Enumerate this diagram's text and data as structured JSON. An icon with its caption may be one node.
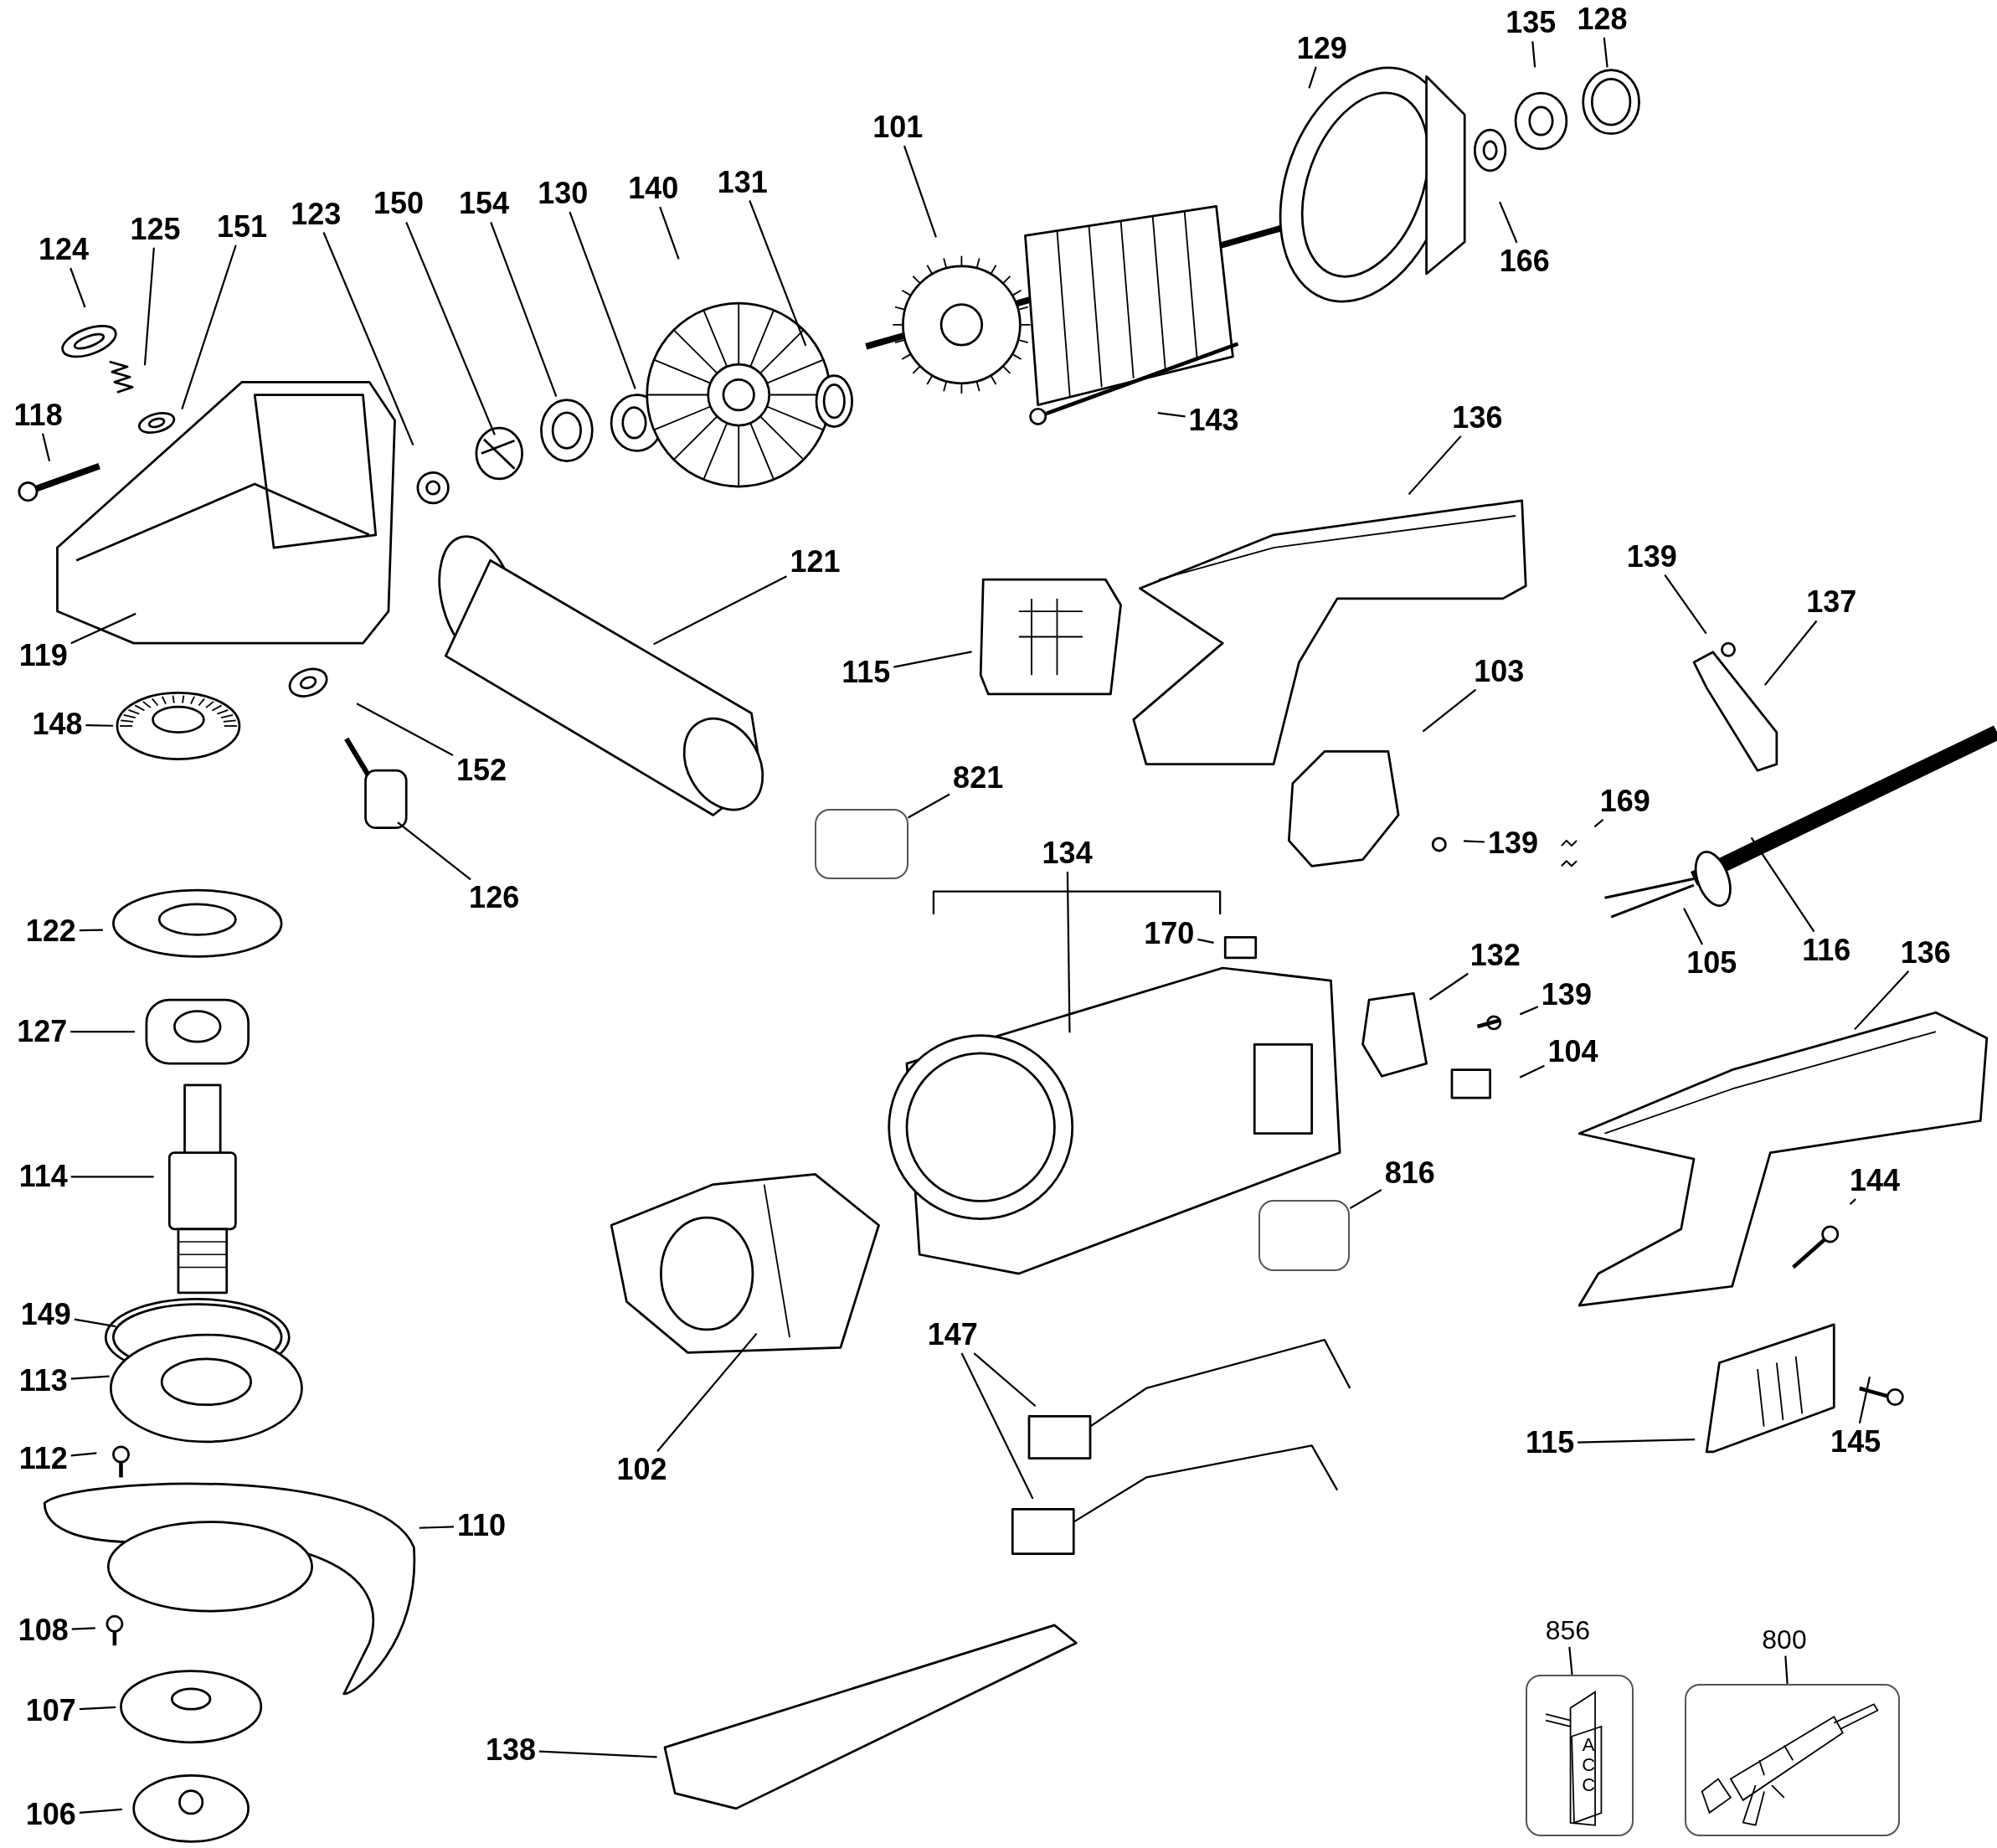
{
  "diagram": {
    "nodes": [
      {
        "text": [
          "128"
        ]
      },
      {
        "text": [
          "135"
        ]
      },
      {
        "text": [
          "129"
        ]
      },
      {
        "text": [
          "101"
        ]
      },
      {
        "text": [
          "131"
        ]
      },
      {
        "text": [
          "140"
        ]
      },
      {
        "text": [
          "130"
        ]
      },
      {
        "text": [
          "154"
        ]
      },
      {
        "text": [
          "150"
        ]
      },
      {
        "text": [
          "123"
        ]
      },
      {
        "text": [
          "151"
        ]
      },
      {
        "text": [
          "125"
        ]
      },
      {
        "text": [
          "124"
        ]
      },
      {
        "text": [
          "166"
        ]
      },
      {
        "text": [
          "118"
        ]
      },
      {
        "text": [
          "143"
        ]
      },
      {
        "text": [
          "136"
        ]
      },
      {
        "text": [
          "121"
        ]
      },
      {
        "text": [
          "139"
        ]
      },
      {
        "text": [
          "137"
        ]
      },
      {
        "text": [
          "119"
        ]
      },
      {
        "text": [
          "115"
        ]
      },
      {
        "text": [
          "103"
        ]
      },
      {
        "text": [
          "148"
        ]
      },
      {
        "text": [
          "152"
        ]
      },
      {
        "text": [
          "821"
        ]
      },
      {
        "text": [
          "169"
        ]
      },
      {
        "text": [
          "139"
        ]
      },
      {
        "text": [
          "134"
        ]
      },
      {
        "text": [
          "126"
        ]
      },
      {
        "text": [
          "170"
        ]
      },
      {
        "text": [
          "122"
        ]
      },
      {
        "text": [
          "116"
        ]
      },
      {
        "text": [
          "105"
        ]
      },
      {
        "text": [
          "132"
        ]
      },
      {
        "text": [
          "139"
        ]
      },
      {
        "text": [
          "136"
        ]
      },
      {
        "text": [
          "127"
        ]
      },
      {
        "text": [
          "104"
        ]
      },
      {
        "text": [
          "114"
        ]
      },
      {
        "text": [
          "816"
        ]
      },
      {
        "text": [
          "144"
        ]
      },
      {
        "text": [
          "149"
        ]
      },
      {
        "text": [
          "147"
        ]
      },
      {
        "text": [
          "113"
        ]
      },
      {
        "text": [
          "102"
        ]
      },
      {
        "text": [
          "112"
        ]
      },
      {
        "text": [
          "115"
        ]
      },
      {
        "text": [
          "145"
        ]
      },
      {
        "text": [
          "110"
        ]
      },
      {
        "text": [
          "108"
        ]
      },
      {
        "text": [
          "856"
        ]
      },
      {
        "text": [
          "800"
        ]
      },
      {
        "text": [
          "107"
        ]
      },
      {
        "text": [
          "138"
        ]
      },
      {
        "text": [
          "106"
        ]
      },
      {
        "text": [],
        "shape": "box"
      },
      {
        "text": [],
        "shape": "box"
      },
      {
        "text": [],
        "shape": "picture"
      },
      {
        "text": [],
        "shape": "picture"
      }
    ],
    "edges": [
      {
        "from": 0,
        "to": null,
        "arrow": "none"
      },
      {
        "from": 1,
        "to": null,
        "arrow": "none"
      },
      {
        "from": 2,
        "to": null,
        "arrow": "none"
      },
      {
        "from": 3,
        "to": null,
        "arrow": "none"
      },
      {
        "from": 4,
        "to": null,
        "arrow": "none"
      },
      {
        "from": 5,
        "to": null,
        "arrow": "none"
      },
      {
        "from": 6,
        "to": null,
        "arrow": "none"
      },
      {
        "from": 7,
        "to": null,
        "arrow": "none"
      },
      {
        "from": 8,
        "to": null,
        "arrow": "none"
      },
      {
        "from": 9,
        "to": null,
        "arrow": "none"
      },
      {
        "from": 10,
        "to": null,
        "arrow": "none"
      },
      {
        "from": 11,
        "to": null,
        "arrow": "none"
      },
      {
        "from": 12,
        "to": null,
        "arrow": "none"
      },
      {
        "from": 13,
        "to": null,
        "arrow": "none"
      },
      {
        "from": 14,
        "to": null,
        "arrow": "none"
      },
      {
        "from": 15,
        "to": null,
        "arrow": "none"
      },
      {
        "from": 16,
        "to": null,
        "arrow": "none"
      },
      {
        "from": 17,
        "to": null,
        "arrow": "none"
      },
      {
        "from": 18,
        "to": null,
        "arrow": "none"
      },
      {
        "from": 19,
        "to": null,
        "arrow": "none"
      },
      {
        "from": 20,
        "to": null,
        "arrow": "none"
      },
      {
        "from": 21,
        "to": null,
        "arrow": "none"
      },
      {
        "from": 22,
        "to": null,
        "arrow": "none"
      },
      {
        "from": 23,
        "to": null,
        "arrow": "none"
      },
      {
        "from": 24,
        "to": null,
        "arrow": "none"
      },
      {
        "from": 25,
        "to": 56,
        "arrow": "none"
      },
      {
        "from": 26,
        "to": null,
        "arrow": "none"
      },
      {
        "from": 27,
        "to": null,
        "arrow": "none"
      },
      {
        "from": 28,
        "to": null,
        "arrow": "none"
      },
      {
        "from": 29,
        "to": null,
        "arrow": "none"
      },
      {
        "from": 30,
        "to": null,
        "arrow": "none"
      },
      {
        "from": 31,
        "to": null,
        "arrow": "none"
      },
      {
        "from": 32,
        "to": null,
        "arrow": "none"
      },
      {
        "from": 33,
        "to": null,
        "arrow": "none"
      },
      {
        "from": 34,
        "to": null,
        "arrow": "none"
      },
      {
        "from": 35,
        "to": null,
        "arrow": "none"
      },
      {
        "from": 36,
        "to": null,
        "arrow": "none"
      },
      {
        "from": 37,
        "to": null,
        "arrow": "none"
      },
      {
        "from": 38,
        "to": null,
        "arrow": "none"
      },
      {
        "from": 39,
        "to": null,
        "arrow": "none"
      },
      {
        "from": 40,
        "to": 57,
        "arrow": "none"
      },
      {
        "from": 41,
        "to": null,
        "arrow": "none"
      },
      {
        "from": 42,
        "to": null,
        "arrow": "none"
      },
      {
        "from": 43,
        "to": null,
        "arrow": "none"
      },
      {
        "from": 43,
        "to": null,
        "arrow": "none"
      },
      {
        "from": 44,
        "to": null,
        "arrow": "none"
      },
      {
        "from": 45,
        "to": null,
        "arrow": "none"
      },
      {
        "from": 46,
        "to": null,
        "arrow": "none"
      },
      {
        "from": 47,
        "to": null,
        "arrow": "none"
      },
      {
        "from": 48,
        "to": null,
        "arrow": "none"
      },
      {
        "from": 49,
        "to": null,
        "arrow": "none"
      },
      {
        "from": 50,
        "to": null,
        "arrow": "none"
      },
      {
        "from": 51,
        "to": 58,
        "arrow": "none"
      },
      {
        "from": 52,
        "to": 59,
        "arrow": "none"
      },
      {
        "from": 53,
        "to": null,
        "arrow": "none"
      },
      {
        "from": 54,
        "to": null,
        "arrow": "none"
      },
      {
        "from": 55,
        "to": null,
        "arrow": "none"
      }
    ],
    "labels": [
      "ACC"
    ]
  }
}
